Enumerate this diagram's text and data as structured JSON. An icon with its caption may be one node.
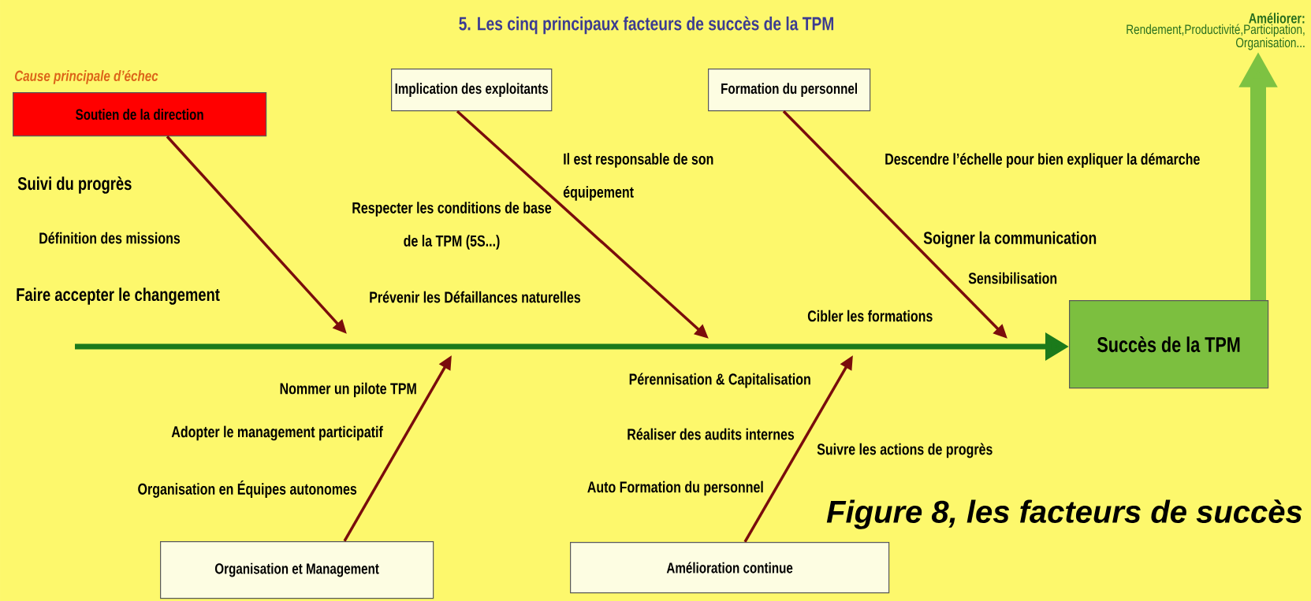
{
  "diagram": {
    "title": "5. Les cinq principaux facteurs de succès de la TPM",
    "caption": "Figure 8, les facteurs de succès",
    "nodes": [
      {
        "text": [
          "Soutien de la direction"
        ],
        "beside": [
          "Cause principale d’échec"
        ]
      },
      {
        "text": [
          "Implication des exploitants"
        ]
      },
      {
        "text": [
          "Formation du personnel"
        ]
      },
      {
        "text": [
          "Améliorer:",
          "Rendement,Productivité,Participation, Organisation..."
        ]
      },
      {
        "text": [
          "Succès de la TPM"
        ]
      },
      {
        "text": [
          "Organisation et Management"
        ]
      },
      {
        "text": [
          "Amélioration continue"
        ]
      }
    ],
    "edges": [
      {
        "from": null,
        "to": 4,
        "arrow": "to",
        "style": "thick",
        "color": "#1b7a1b"
      },
      {
        "from": 0,
        "to": null,
        "arrow": "to"
      },
      {
        "from": 1,
        "to": null,
        "arrow": "to"
      },
      {
        "from": 2,
        "to": null,
        "arrow": "to"
      },
      {
        "from": 5,
        "to": null,
        "arrow": "to"
      },
      {
        "from": 6,
        "to": null,
        "arrow": "to"
      },
      {
        "from": 4,
        "to": 3,
        "arrow": "to",
        "style": "thick",
        "color": "#7dc242"
      }
    ],
    "labels": [
      "Il est responsable de son équipement",
      "Descendre l’échelle pour bien expliquer la démarche",
      "Suivi du progrès",
      "Respecter les conditions de base de la TPM (5S...)",
      "Définition des missions",
      "Soigner la communication",
      "Sensibilisation",
      "Faire accepter le changement",
      "Prévenir les Défaillances naturelles",
      "Cibler les formations",
      "Pérennisation & Capitalisation",
      "Nommer un pilote TPM",
      "Adopter le management participatif",
      "Réaliser des audits internes",
      "Suivre les actions de progrès",
      "Organisation en Équipes autonomes",
      "Auto Formation du personnel"
    ]
  }
}
